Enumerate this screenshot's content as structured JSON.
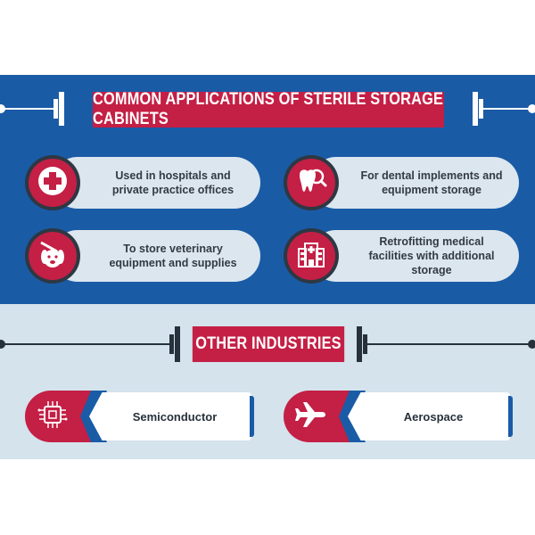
{
  "main_section": {
    "title": "COMMON APPLICATIONS OF STERILE STORAGE CABINETS",
    "items": [
      {
        "icon": "medical-cross-icon",
        "text": "Used in hospitals and private practice offices"
      },
      {
        "icon": "dental-tooth-magnifier-icon",
        "text": "For dental implements and equipment storage"
      },
      {
        "icon": "veterinary-dog-syringe-icon",
        "text": "To store veterinary equipment and supplies"
      },
      {
        "icon": "hospital-building-icon",
        "text": "Retrofitting medical facilities with additional storage"
      }
    ]
  },
  "other_section": {
    "title": "OTHER INDUSTRIES",
    "items": [
      {
        "icon": "microchip-icon",
        "label": "Semiconductor"
      },
      {
        "icon": "airplane-icon",
        "label": "Aerospace"
      }
    ]
  },
  "colors": {
    "blue": "#1a5ba6",
    "crimson": "#c41f45",
    "light_blue_gray": "#d4e3ec",
    "dark": "#26313c"
  }
}
